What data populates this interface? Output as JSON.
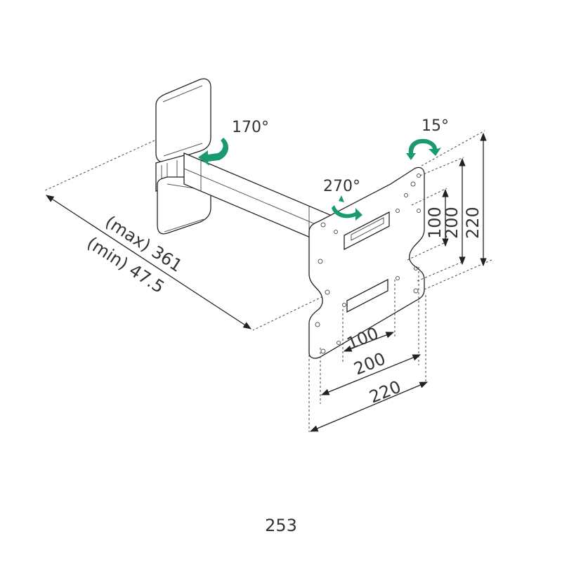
{
  "rotations": {
    "swivel": "170°",
    "rotate": "270°",
    "tilt": "15°"
  },
  "arm_length": {
    "max": "(max) 361",
    "min": "(min) 47.5"
  },
  "vesa": {
    "vertical": [
      "100",
      "200",
      "220"
    ],
    "horizontal": [
      "100",
      "200",
      "220"
    ]
  },
  "colors": {
    "rotation_arrows": "#1a9a72",
    "lines": "#222222"
  },
  "caption": "253"
}
